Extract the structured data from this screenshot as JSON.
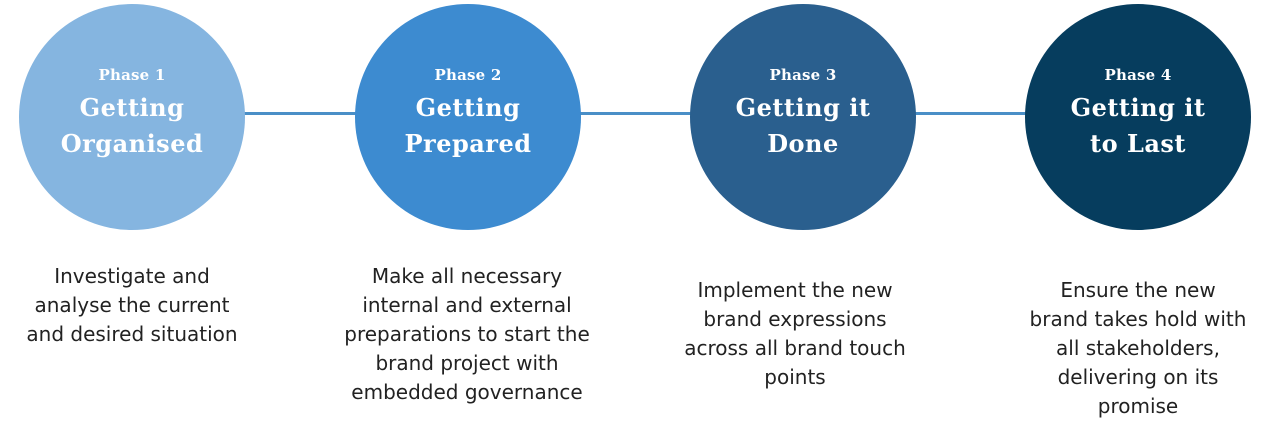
{
  "colors": {
    "connector": "#4a8fc7",
    "phase1": "#85b5e0",
    "phase2": "#3d8bd0",
    "phase3": "#2a5f8e",
    "phase4": "#063d5e",
    "text": "#222222"
  },
  "phases": [
    {
      "label": "Phase 1",
      "title": "Getting\nOrganised",
      "description": "Investigate and\nanalyse the current\nand desired situation"
    },
    {
      "label": "Phase 2",
      "title": "Getting\nPrepared",
      "description": "Make all necessary\ninternal and external\npreparations to start the\nbrand project with\nembedded governance"
    },
    {
      "label": "Phase 3",
      "title": "Getting it\nDone",
      "description": "Implement the new\nbrand expressions\nacross all brand touch\npoints"
    },
    {
      "label": "Phase 4",
      "title": "Getting it\nto Last",
      "description": "Ensure the new\nbrand takes hold with\nall stakeholders,\ndelivering on its\npromise"
    }
  ]
}
